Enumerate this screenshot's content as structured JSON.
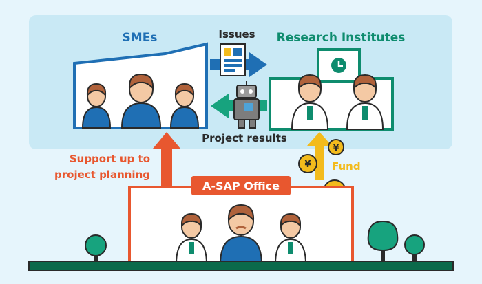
{
  "labels": {
    "smes": "SMEs",
    "issues": "Issues",
    "research_institutes": "Research Institutes",
    "project_results": "Project results",
    "support": [
      "Support up to",
      "project planning"
    ],
    "fund": "Fund",
    "office": "A-SAP Office"
  },
  "icons": {
    "issues": "document-icon",
    "results": "robot-icon",
    "fund": "yen-coin-icon",
    "clock": "clock-icon",
    "tree": "tree-icon"
  },
  "colors": {
    "page_bg": "#e6f5fc",
    "panel_bg": "#c9e9f5",
    "sme_blue": "#1f6fb4",
    "issue_arrow": "#1f6fb4",
    "institute_green": "#0e8c6e",
    "result_arrow": "#17a37e",
    "office_red": "#e8572f",
    "fund_yellow": "#f3bb1c",
    "ground": "#0b6a4b",
    "outline": "#2a2a2a"
  }
}
